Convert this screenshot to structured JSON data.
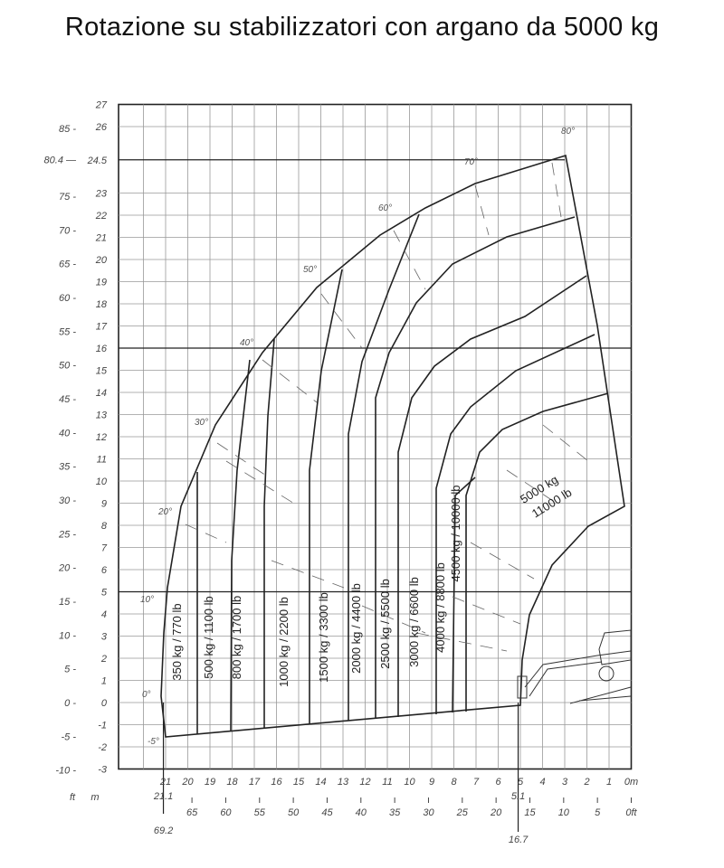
{
  "title": "Rotazione su stabilizzatori con argano da 5000 kg",
  "axes": {
    "y_m_labels": [
      "27",
      "26",
      "24.5",
      "23",
      "22",
      "21",
      "20",
      "19",
      "18",
      "17",
      "16",
      "15",
      "14",
      "13",
      "12",
      "11",
      "10",
      "9",
      "8",
      "7",
      "6",
      "5",
      "4",
      "3",
      "2",
      "1",
      "0",
      "-1",
      "-2",
      "-3"
    ],
    "y_m_values": [
      27,
      26,
      24.5,
      23,
      22,
      21,
      20,
      19,
      18,
      17,
      16,
      15,
      14,
      13,
      12,
      11,
      10,
      9,
      8,
      7,
      6,
      5,
      4,
      3,
      2,
      1,
      0,
      -1,
      -2,
      -3
    ],
    "y_ft_labels": [
      "85",
      "80.4",
      "75",
      "70",
      "65",
      "60",
      "55",
      "50",
      "45",
      "40",
      "35",
      "30",
      "25",
      "20",
      "15",
      "10",
      "5",
      "0",
      "-5",
      "-10"
    ],
    "x_m_labels": [
      "21",
      "20",
      "19",
      "18",
      "17",
      "16",
      "15",
      "14",
      "13",
      "12",
      "11",
      "10",
      "9",
      "8",
      "7",
      "6",
      "5",
      "4",
      "3",
      "2",
      "1",
      "0m"
    ],
    "x_ft_labels": [
      "65",
      "60",
      "55",
      "50",
      "45",
      "40",
      "35",
      "30",
      "25",
      "20",
      "15",
      "10",
      "5",
      "0ft"
    ],
    "unit_ft": "ft",
    "unit_m": "m",
    "max_reach_m": "21.1",
    "max_reach_ft": "69.2",
    "min_reach_m": "5.1",
    "min_reach_ft": "16.7"
  },
  "angles": [
    "80°",
    "70°",
    "60°",
    "50°",
    "40°",
    "30°",
    "20°",
    "10°",
    "0°",
    "-5°"
  ],
  "load_zones": [
    "350 kg / 770 lb",
    "500 kg / 1100 lb",
    "800 kg / 1700 lb",
    "1000 kg / 2200 lb",
    "1500 kg / 3300 lb",
    "2000 kg / 4400 lb",
    "2500 kg / 5500 lb",
    "3000 kg / 6600 lb",
    "4000 kg / 8800 lb",
    "4500 kg / 10000 lb"
  ],
  "max_load": {
    "kg": "5000 kg",
    "lb": "11000 lb"
  }
}
